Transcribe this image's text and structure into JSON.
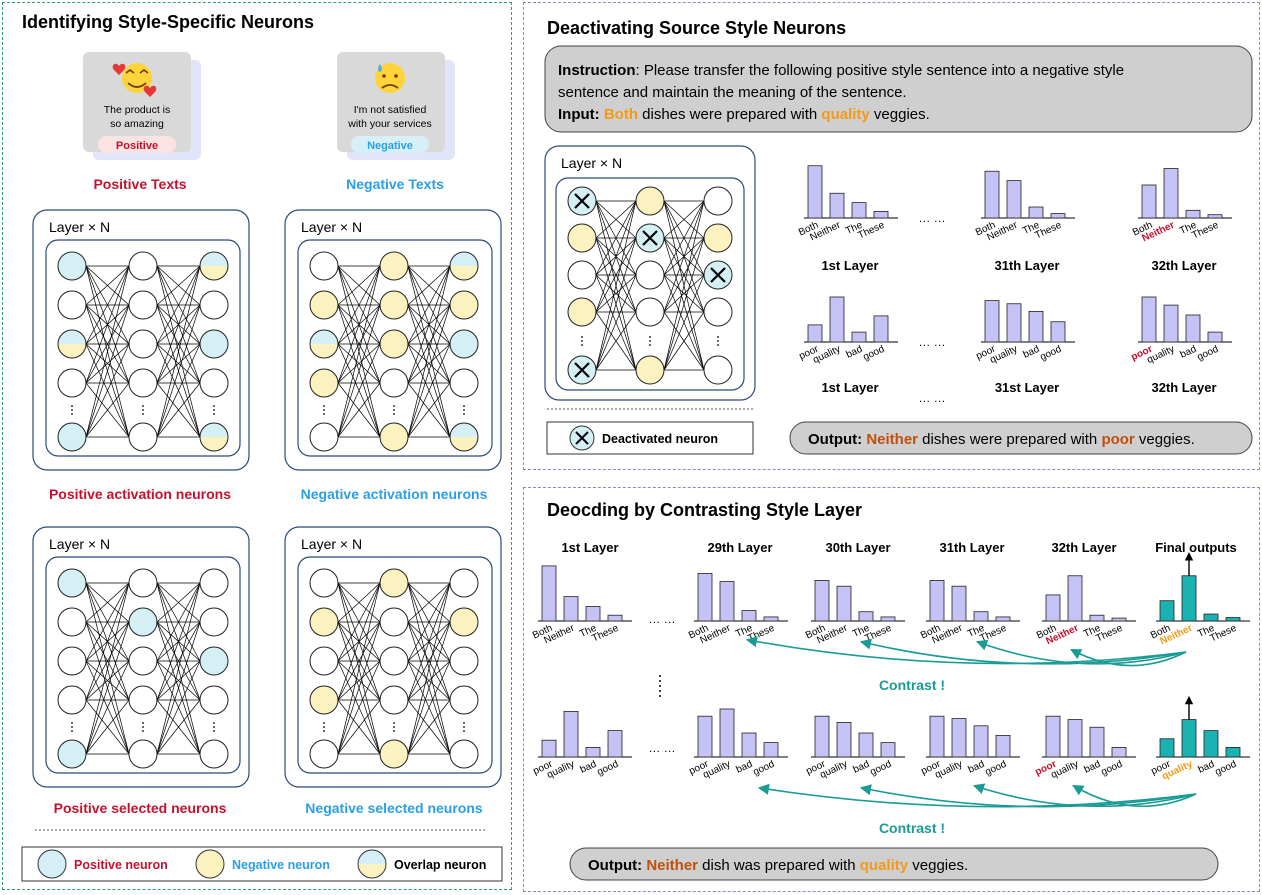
{
  "colors": {
    "positive": "#c8102e",
    "negative": "#2a9fe8",
    "orange": "#f29a1a",
    "dark_orange": "#c0500a",
    "neuron_pos": "#d4f0f4",
    "neuron_neg": "#fbf2c0",
    "bar": "#c5c3f6",
    "bar_final": "#1ab2b2",
    "arrow": "#1a9b95"
  },
  "left": {
    "title": "Identifying Style-Specific Neurons",
    "pos_card": {
      "text1": "The product is",
      "text2": "so amazing",
      "badge": "Positive",
      "emoji": "love-face-icon"
    },
    "neg_card": {
      "text1": "I'm not satisfied",
      "text2": "with your services",
      "badge": "Negative",
      "emoji": "sad-face-icon"
    },
    "pos_texts": "Positive Texts",
    "neg_texts": "Negative Texts",
    "layer_label": "Layer × N",
    "pos_act": "Positive activation neurons",
    "neg_act": "Negative activation neurons",
    "pos_sel": "Positive selected neurons",
    "neg_sel": "Negative selected neurons",
    "legend": {
      "pos": "Positive neuron",
      "neg": "Negative neuron",
      "overlap": "Overlap neuron"
    }
  },
  "right_top": {
    "title": "Deactivating Source Style Neurons",
    "instruction_label": "Instruction",
    "instruction_text1": ": Please transfer the following positive style sentence into a negative style",
    "instruction_text2": "sentence and maintain the meaning of the sentence.",
    "input_label": "Input:",
    "input_both": "Both",
    "input_mid": " dishes were prepared with ",
    "input_quality": "quality",
    "input_end": " veggies.",
    "layer_label": "Layer × N",
    "deactivated": "Deactivated neuron",
    "output_label": "Output:",
    "output_neither": "Neither",
    "output_mid": " dishes were prepared with ",
    "output_poor": "poor",
    "output_end": " veggies.",
    "ellipsis": "… …",
    "row1": [
      {
        "layer": "1st Layer",
        "labels": [
          "Both",
          "Neither",
          "The",
          "These"
        ],
        "values": [
          0.95,
          0.45,
          0.28,
          0.12
        ]
      },
      {
        "layer": "31th Layer",
        "labels": [
          "Both",
          "Neither",
          "The",
          "These"
        ],
        "values": [
          0.85,
          0.68,
          0.2,
          0.08
        ]
      },
      {
        "layer": "32th Layer",
        "labels": [
          "Both",
          "Neither",
          "The",
          "These"
        ],
        "values": [
          0.6,
          0.9,
          0.14,
          0.06
        ],
        "highlight": 1
      }
    ],
    "row2": [
      {
        "layer": "1st Layer",
        "labels": [
          "poor",
          "quality",
          "bad",
          "good"
        ],
        "values": [
          0.38,
          1.0,
          0.22,
          0.58
        ]
      },
      {
        "layer": "31st Layer",
        "labels": [
          "poor",
          "quality",
          "bad",
          "good"
        ],
        "values": [
          0.92,
          0.85,
          0.68,
          0.45
        ]
      },
      {
        "layer": "32th Layer",
        "labels": [
          "poor",
          "quality",
          "bad",
          "good"
        ],
        "values": [
          1.0,
          0.82,
          0.6,
          0.22
        ],
        "highlight": 0
      }
    ]
  },
  "right_bottom": {
    "title": "Deocding by Contrasting Style Layer",
    "contrast": "Contrast !",
    "ellipsis": "… …",
    "output_label": "Output:",
    "output_neither": "Neither",
    "output_mid": " dish was prepared with ",
    "output_quality": "quality",
    "output_end": " veggies.",
    "headers": [
      "1st Layer",
      "29th Layer",
      "30th Layer",
      "31th Layer",
      "32th Layer",
      "Final outputs"
    ],
    "row1": [
      {
        "labels": [
          "Both",
          "Neither",
          "The",
          "These"
        ],
        "values": [
          0.95,
          0.42,
          0.25,
          0.1
        ]
      },
      {
        "labels": [
          "Both",
          "Neither",
          "The",
          "These"
        ],
        "values": [
          0.82,
          0.68,
          0.18,
          0.07
        ]
      },
      {
        "labels": [
          "Both",
          "Neither",
          "The",
          "These"
        ],
        "values": [
          0.7,
          0.6,
          0.16,
          0.07
        ]
      },
      {
        "labels": [
          "Both",
          "Neither",
          "The",
          "These"
        ],
        "values": [
          0.7,
          0.6,
          0.16,
          0.07
        ]
      },
      {
        "labels": [
          "Both",
          "Neither",
          "The",
          "These"
        ],
        "values": [
          0.45,
          0.78,
          0.1,
          0.05
        ],
        "highlight": 1
      },
      {
        "labels": [
          "Both",
          "Neither",
          "The",
          "These"
        ],
        "values": [
          0.35,
          0.78,
          0.12,
          0.06
        ],
        "final": 1
      }
    ],
    "row2": [
      {
        "labels": [
          "poor",
          "quality",
          "bad",
          "good"
        ],
        "values": [
          0.35,
          0.95,
          0.2,
          0.55
        ]
      },
      {
        "labels": [
          "poor",
          "quality",
          "bad",
          "good"
        ],
        "values": [
          0.85,
          1.0,
          0.5,
          0.3
        ]
      },
      {
        "labels": [
          "poor",
          "quality",
          "bad",
          "good"
        ],
        "values": [
          0.85,
          0.72,
          0.5,
          0.3
        ]
      },
      {
        "labels": [
          "poor",
          "quality",
          "bad",
          "good"
        ],
        "values": [
          0.85,
          0.8,
          0.65,
          0.45
        ]
      },
      {
        "labels": [
          "poor",
          "quality",
          "bad",
          "good"
        ],
        "values": [
          0.85,
          0.78,
          0.62,
          0.2
        ],
        "highlight": 0
      },
      {
        "labels": [
          "poor",
          "quality",
          "bad",
          "good"
        ],
        "values": [
          0.38,
          0.78,
          0.55,
          0.2
        ],
        "final": 1
      }
    ]
  }
}
